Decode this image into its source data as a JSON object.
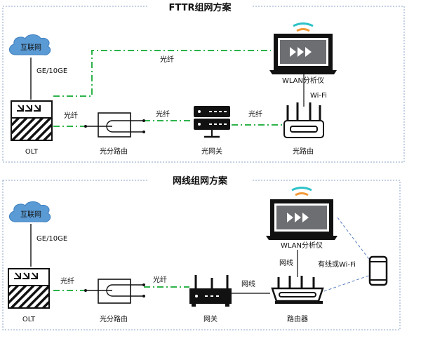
{
  "fttr": {
    "title": "FTTR组网方案",
    "internet": "互联网",
    "uplink": "GE/10GE",
    "olt": "OLT",
    "splitter": "光分路由",
    "gateway": "光网关",
    "router": "光路由",
    "analyzer": "WLAN分析仪",
    "wifi": "Wi-Fi",
    "fiber_top": "光纤",
    "fiber_1": "光纤",
    "fiber_2": "光纤",
    "fiber_3": "光纤"
  },
  "cable": {
    "title": "网线组网方案",
    "internet": "互联网",
    "uplink": "GE/10GE",
    "olt": "OLT",
    "splitter": "光分路由",
    "gateway": "网关",
    "router": "路由器",
    "analyzer": "WLAN分析仪",
    "fiber_1": "光纤",
    "fiber_2": "光纤",
    "cable_1": "网线",
    "cable_2": "网线",
    "wireless": "有线或Wi-Fi"
  },
  "colors": {
    "fiber": "#2db34a",
    "cable": "#333333",
    "wireless": "#5a7fc0",
    "frame": "#8aa3c8",
    "cloud": "#5b9bd5",
    "wifi_orange": "#f29a38",
    "wifi_teal": "#2ec2c8"
  }
}
